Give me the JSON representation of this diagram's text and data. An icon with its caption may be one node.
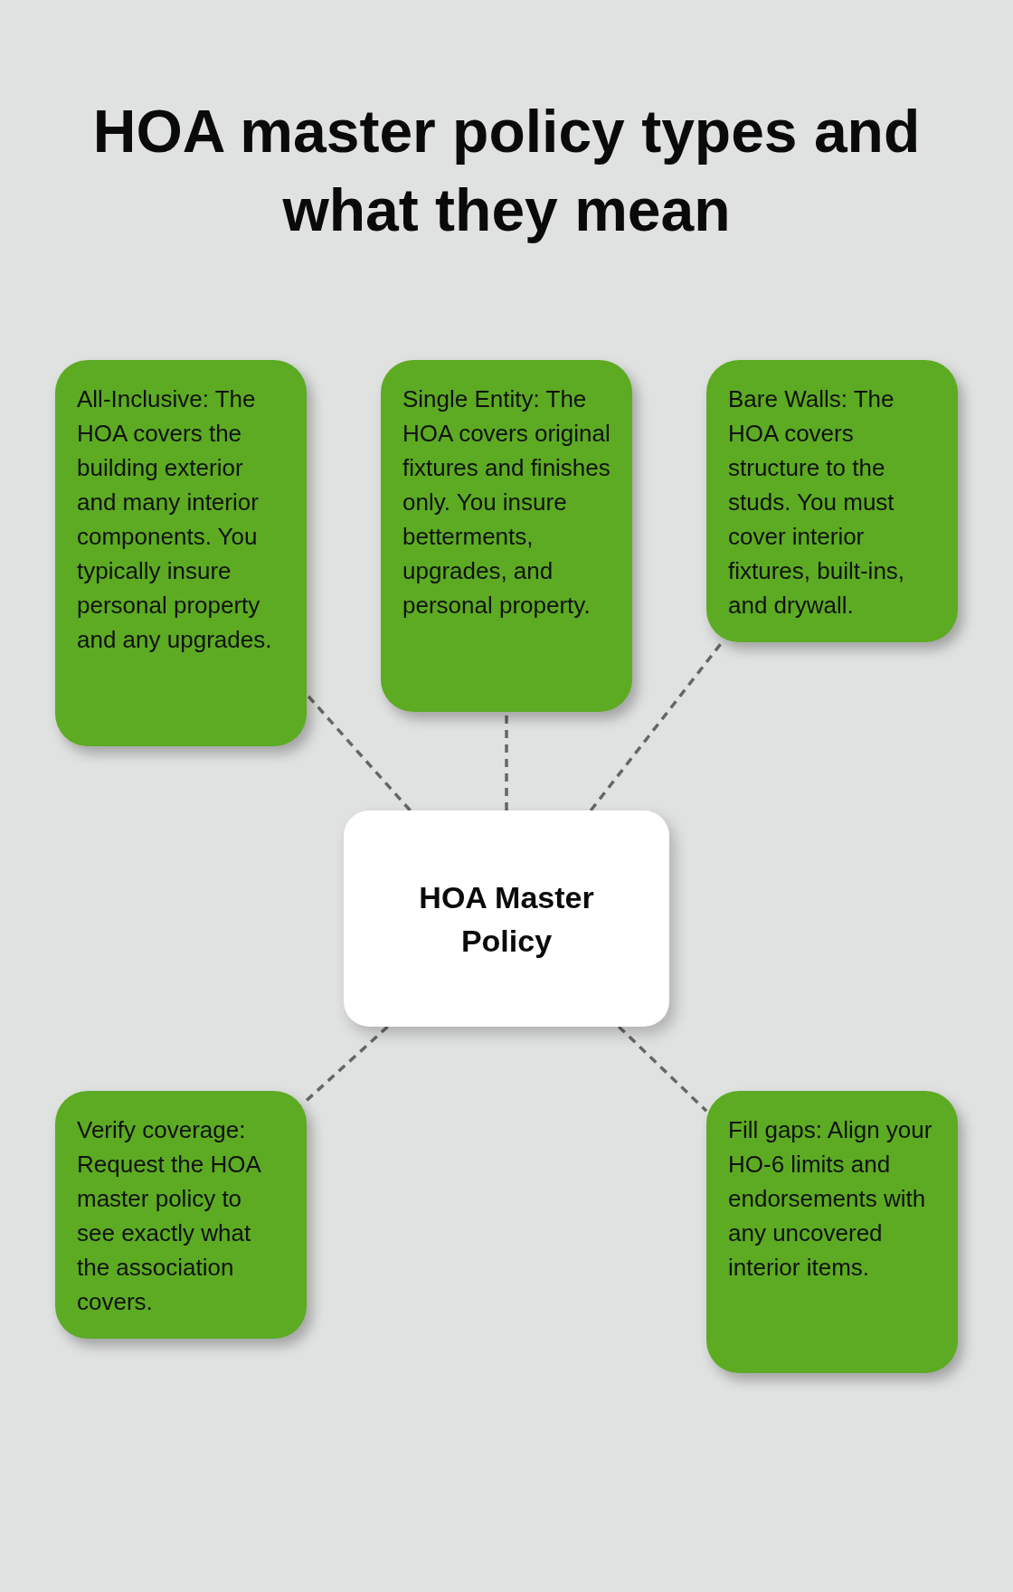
{
  "diagram": {
    "title": "HOA master policy types and what they mean",
    "nodes": [
      {
        "text": [
          "All-Inclusive: The HOA covers the building exterior and many interior components. You typically insure personal property and any upgrades."
        ]
      },
      {
        "text": [
          "Single Entity: The HOA covers original fixtures and finishes only. You insure betterments, upgrades, and personal property."
        ]
      },
      {
        "text": [
          "Bare Walls: The HOA covers structure to the studs. You must cover interior fixtures, built-ins, and drywall."
        ]
      },
      {
        "text": [
          "HOA Master Policy"
        ]
      },
      {
        "text": [
          "Verify coverage: Request the HOA master policy to see exactly what the association covers."
        ]
      },
      {
        "text": [
          "Fill gaps: Align your HO-6 limits and endorsements with any uncovered interior items."
        ]
      }
    ],
    "edges": [
      {
        "from": 3,
        "to": 0,
        "arrow": "none",
        "style": "dashed"
      },
      {
        "from": 3,
        "to": 1,
        "arrow": "none",
        "style": "dashed"
      },
      {
        "from": 3,
        "to": 2,
        "arrow": "none",
        "style": "dashed"
      },
      {
        "from": 3,
        "to": 4,
        "arrow": "none",
        "style": "dashed"
      },
      {
        "from": 3,
        "to": 5,
        "arrow": "none",
        "style": "dashed"
      }
    ]
  }
}
